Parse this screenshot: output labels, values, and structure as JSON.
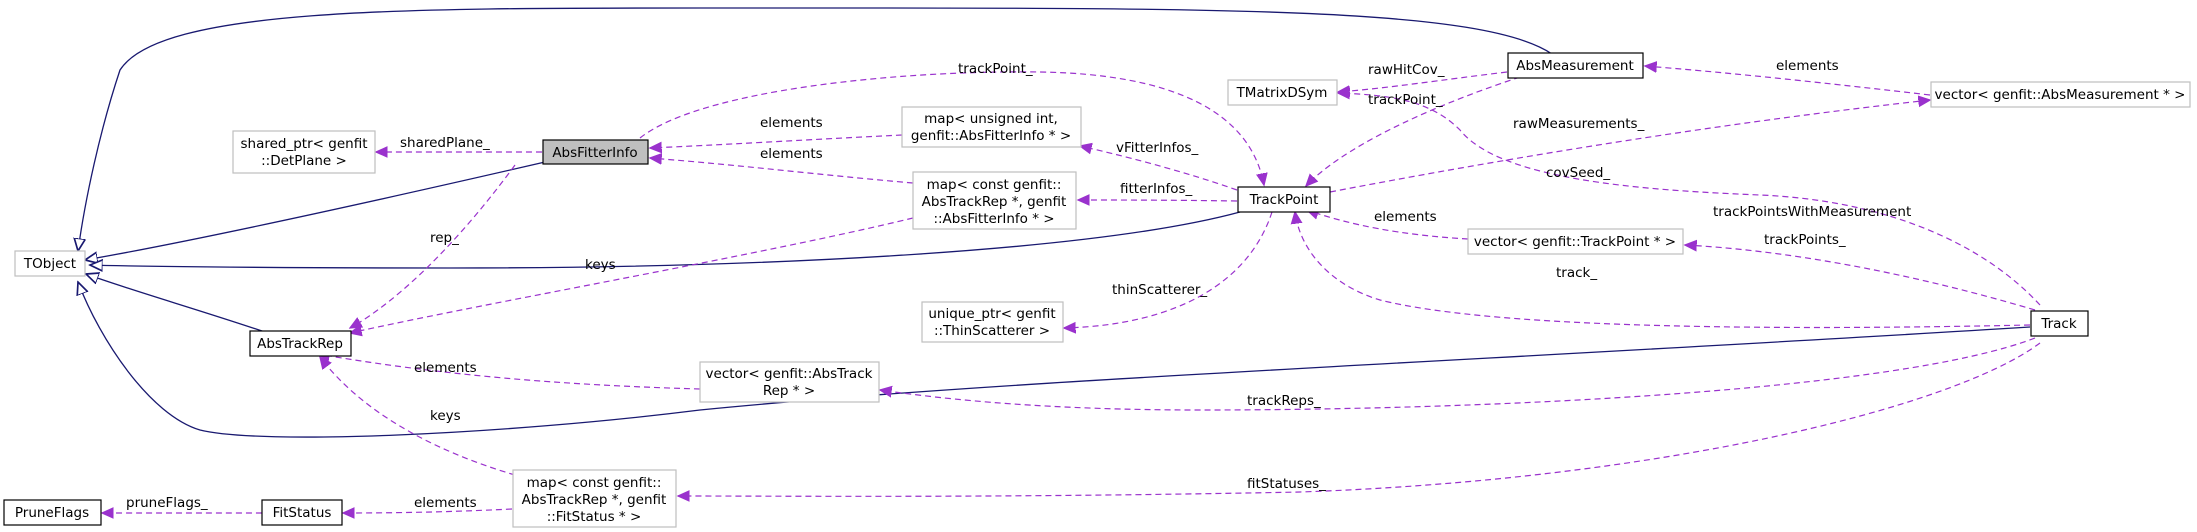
{
  "colors": {
    "inheritance": "#191970",
    "usage": "#9a32cd",
    "background": "#ffffff",
    "node_border_solid": "#000000",
    "node_border_gray": "#bfbfbf",
    "focus_fill": "#bfbfbf"
  },
  "nodes": {
    "tobject": [
      "TObject"
    ],
    "absfitterinfo": [
      "AbsFitterInfo"
    ],
    "sharedplane": [
      "shared_ptr< genfit",
      "::DetPlane >"
    ],
    "abstrackrep": [
      "AbsTrackRep"
    ],
    "prune": [
      "PruneFlags"
    ],
    "fitstatus": [
      "FitStatus"
    ],
    "map_fitstatus": [
      "map< const genfit::",
      "AbsTrackRep *, genfit",
      "::FitStatus * >"
    ],
    "vector_trackrep": [
      "vector< genfit::AbsTrack",
      "Rep * >"
    ],
    "unique_thin": [
      "unique_ptr< genfit",
      "::ThinScatterer >"
    ],
    "map_fitterinfo": [
      "map< const genfit::",
      "AbsTrackRep *, genfit",
      "::AbsFitterInfo * >"
    ],
    "map_uint": [
      "map< unsigned int,",
      "genfit::AbsFitterInfo * >"
    ],
    "tmatrix": [
      "TMatrixDSym"
    ],
    "absmeasurement": [
      "AbsMeasurement"
    ],
    "trackpoint": [
      "TrackPoint"
    ],
    "vector_absmeas": [
      "vector< genfit::AbsMeasurement * >"
    ],
    "vector_trackpoint": [
      "vector< genfit::TrackPoint * >"
    ],
    "track": [
      "Track"
    ]
  },
  "edge_labels": {
    "sharedPlane": "sharedPlane_",
    "rep": "rep_",
    "trackPoint_top": "trackPoint_",
    "elements_mapuint": "elements",
    "elements_mapfi": "elements",
    "keys_mapfi": "keys",
    "fitterInfos": "fitterInfos_",
    "vFitterInfos": "vFitterInfos_",
    "rawHitCov": "rawHitCov_",
    "trackPoint_am": "trackPoint_",
    "elements_am": "elements",
    "rawMeasurements": "rawMeasurements_",
    "covSeed": "covSeed_",
    "elements_tp": "elements",
    "trackPointsWithMeasurement": "trackPointsWithMeasurement",
    "trackPoints": "trackPoints_",
    "track": "track_",
    "thinScatterer": "thinScatterer_",
    "elements_vtr": "elements",
    "keys_mapfs": "keys",
    "trackReps": "trackReps_",
    "fitStatuses": "fitStatuses_",
    "pruneFlags": "pruneFlags_",
    "elements_fs": "elements"
  }
}
